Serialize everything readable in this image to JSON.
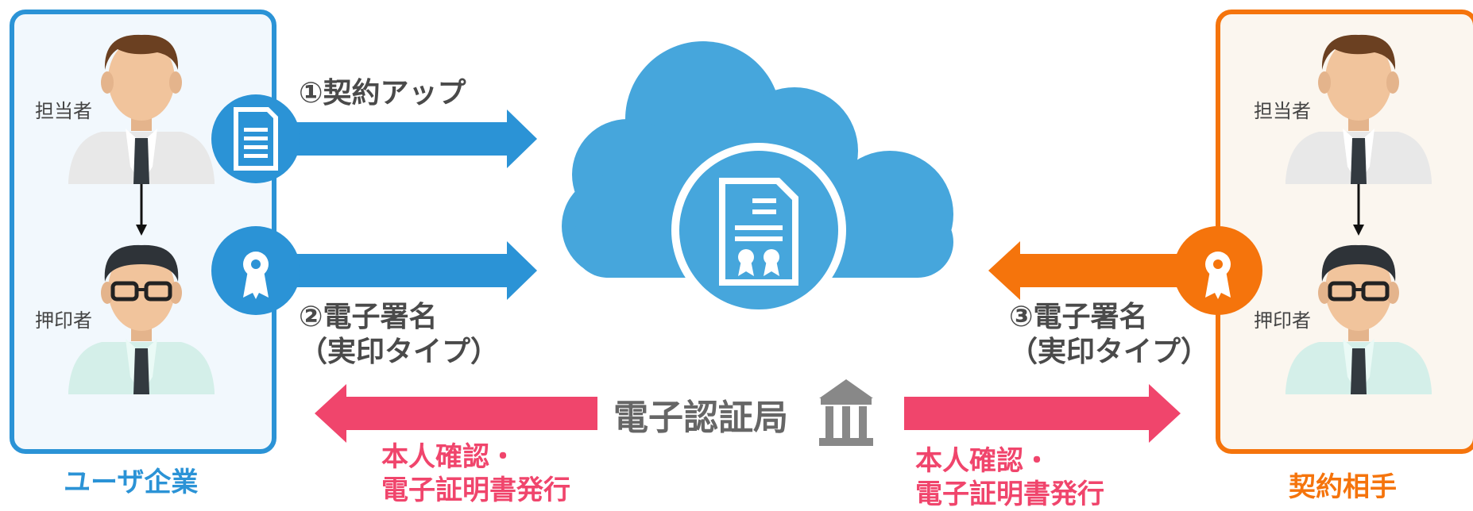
{
  "left_group": {
    "title": "ユーザ企業",
    "person_top": "担当者",
    "person_bottom": "押印者"
  },
  "right_group": {
    "title": "契約相手",
    "person_top": "担当者",
    "person_bottom": "押印者"
  },
  "steps": {
    "upload": "①契約アップ",
    "left_sign": "②電子署名\n（実印タイプ）",
    "right_sign": "③電子署名\n（実印タイプ）"
  },
  "certificate_authority": {
    "label": "電子認証局",
    "left_note": "本人確認・\n電子証明書発行",
    "right_note": "本人確認・\n電子証明書発行"
  },
  "colors": {
    "blue": "#2b93d6",
    "orange": "#f5740c",
    "pink": "#f0456c",
    "cloud": "#46a6dc",
    "gray": "#666666"
  },
  "icons": [
    "document-icon",
    "seal-ribbon-icon",
    "cloud-icon",
    "contract-document-icon",
    "bank-building-icon",
    "person-icon"
  ]
}
